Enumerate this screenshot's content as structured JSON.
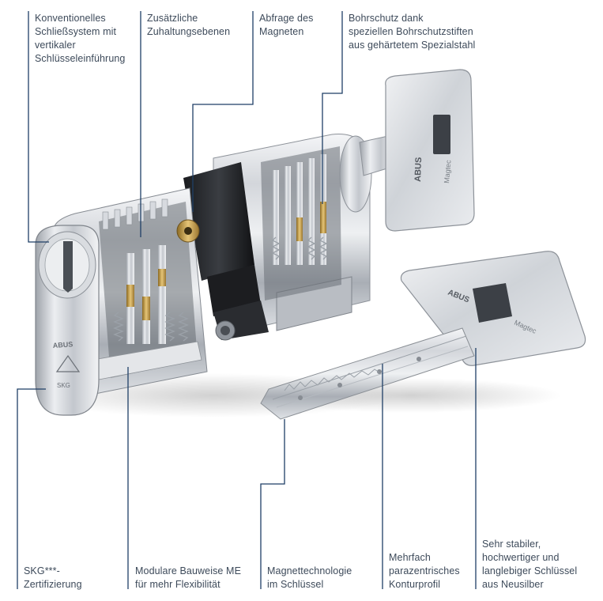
{
  "callouts_top": [
    {
      "id": "conventional",
      "text": "Konventionelles\nSchließsystem mit\nvertikaler\nSchlüsseleinführung"
    },
    {
      "id": "extra-levels",
      "text": "Zusätzliche\nZuhaltungsebenen"
    },
    {
      "id": "magnet-query",
      "text": "Abfrage des\nMagneten"
    },
    {
      "id": "drill-protection",
      "text": "Bohrschutz dank\nspeziellen Bohrschutzstiften\naus gehärtetem Spezialstahl"
    }
  ],
  "callouts_bottom": [
    {
      "id": "skg",
      "text": "SKG***-\nZertifizierung"
    },
    {
      "id": "modular",
      "text": "Modulare Bauweise ME\nfür mehr Flexibilität"
    },
    {
      "id": "magnet-tech",
      "text": "Magnettechnologie\nim Schlüssel"
    },
    {
      "id": "profile",
      "text": "Mehrfach\nparazentrisches\nKonturprofil"
    },
    {
      "id": "key-material",
      "text": "Sehr stabiler,\nhochwertiger und\nlanglebiger Schlüssel\naus Neusilber"
    }
  ],
  "engravings": {
    "brand": "ABUS",
    "model": "Magtec",
    "cert": "SKG"
  },
  "colors": {
    "leader_line": "#1f3f66",
    "label_text": "#3d4a5a",
    "brass": "#c9a04a",
    "chrome": "#c8ccd1"
  }
}
